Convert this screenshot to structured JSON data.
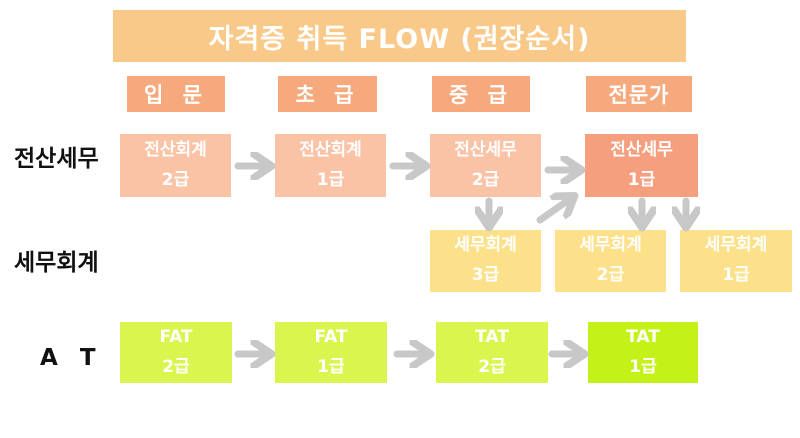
{
  "title": "자격증 취득 FLOW (권장순서)",
  "levels": [
    "입 문",
    "초 급",
    "중 급",
    "전문가"
  ],
  "rows": [
    {
      "label": "전산세무",
      "boxes": [
        {
          "name": "전산회계",
          "grade": "2급"
        },
        {
          "name": "전산회계",
          "grade": "1급"
        },
        {
          "name": "전산세무",
          "grade": "2급"
        },
        {
          "name": "전산세무",
          "grade": "1급"
        }
      ]
    },
    {
      "label": "세무회계",
      "boxes": [
        {
          "name": "세무회계",
          "grade": "3급"
        },
        {
          "name": "세무회계",
          "grade": "2급"
        },
        {
          "name": "세무회계",
          "grade": "1급"
        }
      ]
    },
    {
      "label": "A  T",
      "boxes": [
        {
          "name": "FAT",
          "grade": "2급"
        },
        {
          "name": "FAT",
          "grade": "1급"
        },
        {
          "name": "TAT",
          "grade": "2급"
        },
        {
          "name": "TAT",
          "grade": "1급"
        }
      ]
    }
  ],
  "colors": {
    "title": "#f9c98a",
    "level": "#f5a97c",
    "tax_light": "#fac3a6",
    "tax_dark": "#f59f7f",
    "accounting": "#fde08a",
    "at": "#d9f54e",
    "at_dark": "#c4f117",
    "arrow": "#c8c8c8"
  }
}
